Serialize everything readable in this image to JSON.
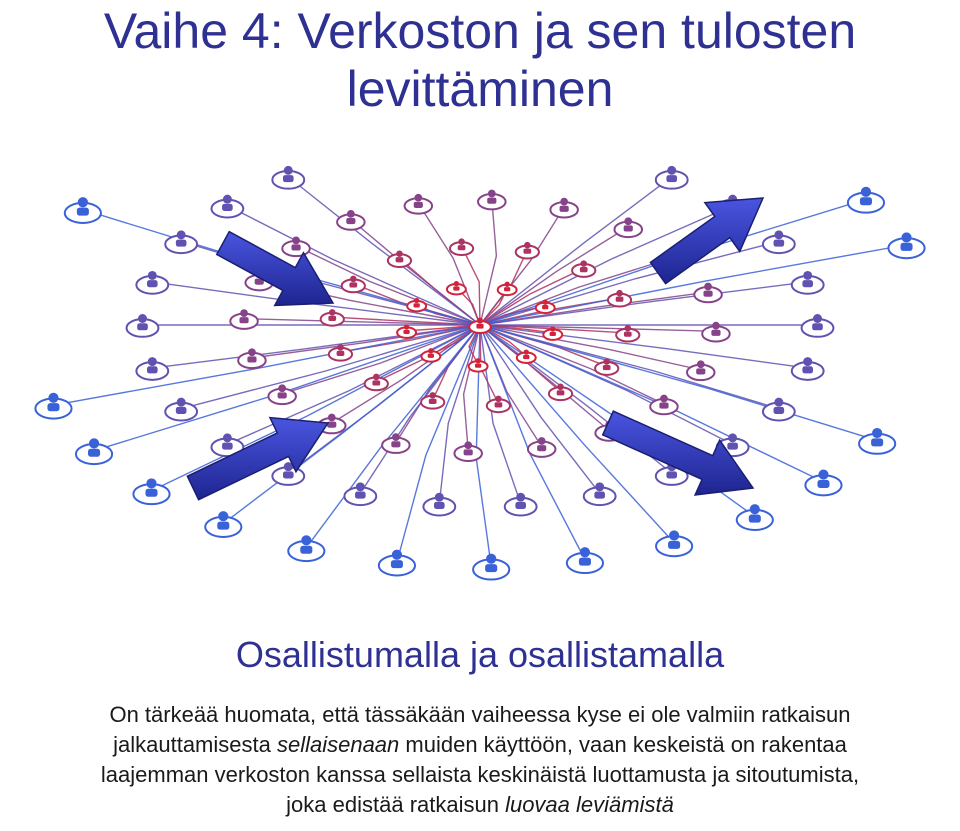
{
  "slide": {
    "title_line1": "Vaihe 4: Verkoston ja sen tulosten",
    "title_line2": "levittäminen",
    "subtitle": "Osallistumalla ja osallistamalla",
    "body": {
      "line1": "On tärkeää huomata, että tässäkään vaiheessa kyse ei ole valmiin ratkaisun",
      "line2_a": "jalkauttamisesta ",
      "line2_em": "sellaisenaan",
      "line2_b": " muiden käyttöön, vaan keskeistä on rakentaa",
      "line3": "laajemman verkoston kanssa sellaista keskinäistä luottamusta ja sitoutumista,",
      "line4_a": "joka edistää ratkaisun ",
      "line4_em": "luovaa leviämistä"
    }
  },
  "colors": {
    "title": "#2e3192",
    "arrow": "#2b35b5",
    "hub": "#d2233a",
    "node_outer": "#3a62d8"
  },
  "image": {
    "description_icon": "network-diagram-icon"
  }
}
